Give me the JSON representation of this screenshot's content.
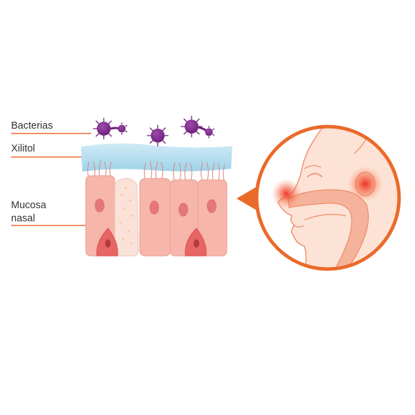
{
  "labels": {
    "bacterias": "Bacterias",
    "xilitol": "Xilitol",
    "mucosa_line1": "Mucosa",
    "mucosa_line2": "nasal"
  },
  "colors": {
    "accent_orange": "#ea6a2a",
    "xylitol_layer": "#a9d8ec",
    "cell_fill": "#f6b6ab",
    "cell_nucleus": "#e3777a",
    "goblet_cell": "#fbe2d8",
    "bacteria": "#7b2b87",
    "face_skin": "#fde2d6",
    "inflammation": "#ef3b2a"
  },
  "icons": [
    "bacteria-icon",
    "face-profile-icon"
  ]
}
